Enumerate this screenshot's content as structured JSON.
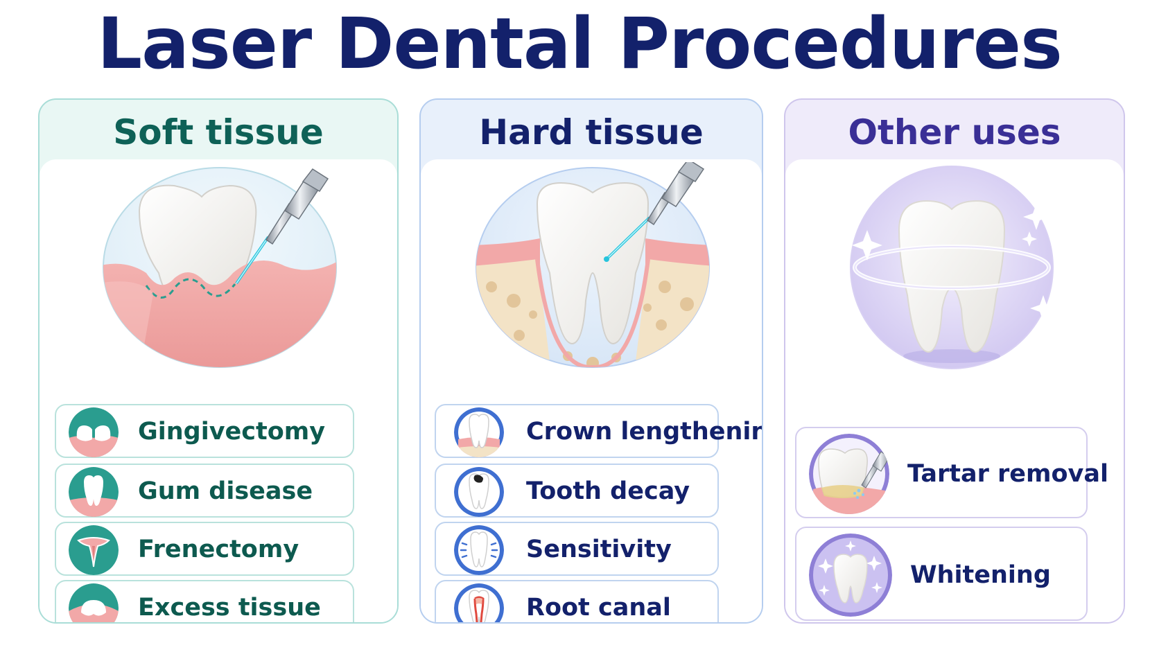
{
  "title": "Laser Dental Procedures",
  "panels": {
    "soft": {
      "title": "Soft tissue",
      "illustration": "tooth-gum-laser-illustration",
      "items": [
        {
          "label": "Gingivectomy",
          "icon": "gingivectomy-icon"
        },
        {
          "label": "Gum disease",
          "icon": "gum-disease-icon"
        },
        {
          "label": "Frenectomy",
          "icon": "frenectomy-icon"
        },
        {
          "label": "Excess tissue",
          "icon": "excess-tissue-icon"
        }
      ]
    },
    "hard": {
      "title": "Hard tissue",
      "illustration": "tooth-bone-laser-illustration",
      "items": [
        {
          "label": "Crown lengthening",
          "icon": "crown-lengthening-icon"
        },
        {
          "label": "Tooth decay",
          "icon": "tooth-decay-icon"
        },
        {
          "label": "Sensitivity",
          "icon": "sensitivity-icon"
        },
        {
          "label": "Root canal",
          "icon": "root-canal-icon"
        }
      ]
    },
    "other": {
      "title": "Other uses",
      "illustration": "sparkling-tooth-illustration",
      "items": [
        {
          "label": "Tartar removal",
          "icon": "tartar-removal-icon"
        },
        {
          "label": "Whitening",
          "icon": "whitening-icon"
        }
      ]
    }
  },
  "colors": {
    "title": "#13216b",
    "soft_accent": "#2a9d8f",
    "hard_accent": "#3f6fd1",
    "other_accent": "#8e7fd6",
    "gum": "#f2a8a8",
    "bone": "#f3e3c6",
    "laser": "#27c4dc"
  }
}
